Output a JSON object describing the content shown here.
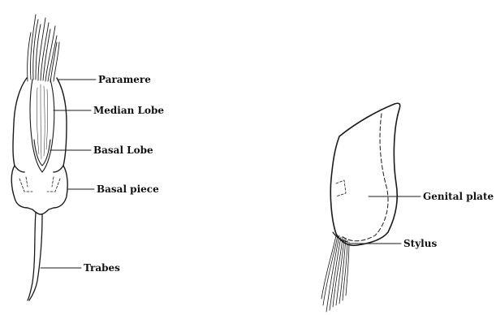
{
  "labels": {
    "paramere": "Paramere",
    "median_lobe": "Median Lobe",
    "basal_lobe": "Basal Lobe",
    "basal_piece": "Basal piece",
    "trabes": "Trabes",
    "genital_plate": "Genital plate",
    "stylus": "Stylus"
  },
  "colors": {
    "ink": "#1a1a1a",
    "background": "#ffffff"
  }
}
